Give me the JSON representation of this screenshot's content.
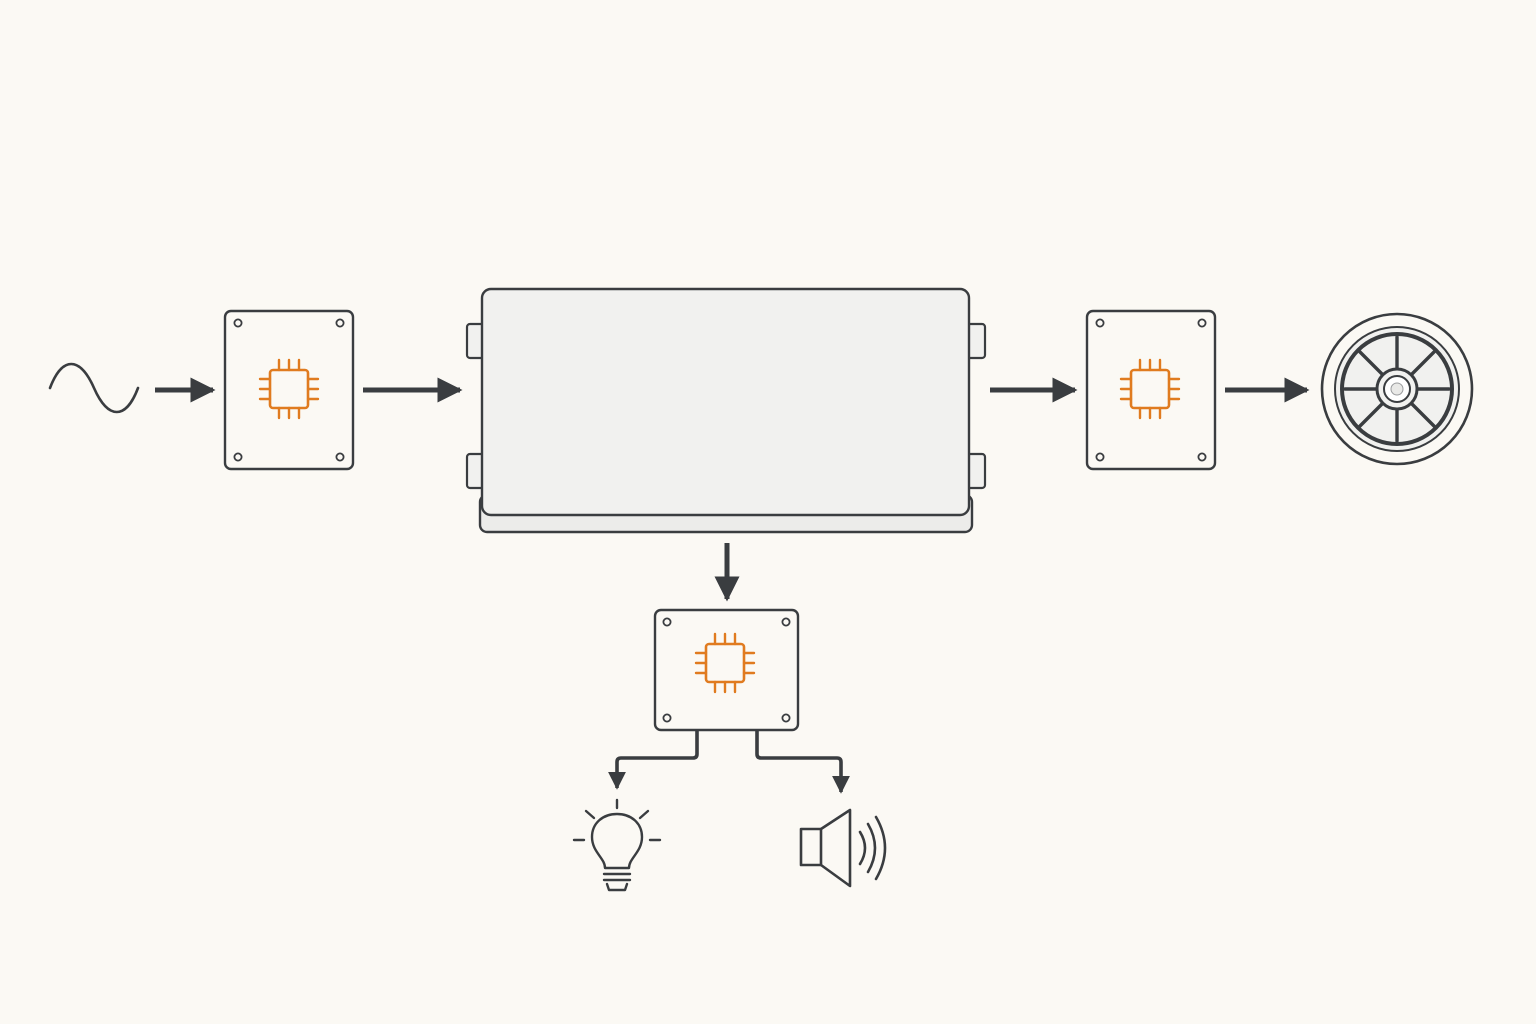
{
  "colors": {
    "background": "#fbf9f4",
    "stroke": "#3a3d40",
    "chip": "#e07b1f",
    "panel_fill": "#f1f1ef",
    "module_fill": "#fbf9f4"
  },
  "diagram": {
    "nodes": [
      {
        "id": "signal-source",
        "icon": "sine-wave-icon"
      },
      {
        "id": "input-controller",
        "icon": "microchip-icon"
      },
      {
        "id": "main-unit",
        "icon": "enclosure-box"
      },
      {
        "id": "output-controller",
        "icon": "microchip-icon"
      },
      {
        "id": "fan",
        "icon": "fan-icon"
      },
      {
        "id": "alert-controller",
        "icon": "microchip-icon"
      },
      {
        "id": "light",
        "icon": "light-bulb-icon"
      },
      {
        "id": "speaker",
        "icon": "speaker-icon"
      }
    ],
    "connections": [
      {
        "from": "signal-source",
        "to": "input-controller"
      },
      {
        "from": "input-controller",
        "to": "main-unit"
      },
      {
        "from": "main-unit",
        "to": "output-controller"
      },
      {
        "from": "output-controller",
        "to": "fan"
      },
      {
        "from": "main-unit",
        "to": "alert-controller"
      },
      {
        "from": "alert-controller",
        "to": "light"
      },
      {
        "from": "alert-controller",
        "to": "speaker"
      }
    ]
  }
}
